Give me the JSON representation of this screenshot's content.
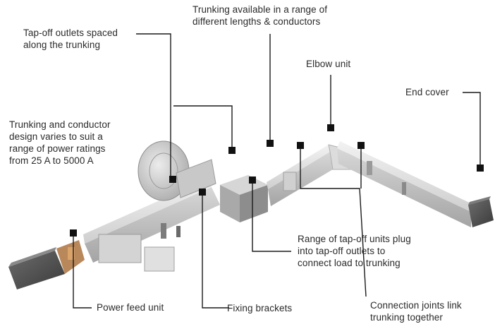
{
  "labels": {
    "trunking_lengths": "Trunking available in a range of\ndifferent lengths & conductors",
    "tapoff_outlets": "Tap-off outlets spaced\nalong the trunking",
    "elbow_unit": "Elbow unit",
    "end_cover": "End cover",
    "conductor_design": "Trunking and conductor\ndesign varies to suit a\nrange of power ratings\nfrom 25 A to 5000 A",
    "tapoff_units": "Range of tap-off units plug\ninto tap-off outlets to\nconnect load to trunking",
    "power_feed": "Power feed unit",
    "fixing_brackets": "Fixing brackets",
    "connection_joints": "Connection joints link\ntrunking together"
  },
  "colors": {
    "leader": "#1a1a1a",
    "marker": "#111111",
    "text": "#2a2a2a",
    "trunking_light": "#e4e4e4",
    "trunking_mid": "#c6c6c6",
    "trunking_dark": "#9a9a9a"
  }
}
